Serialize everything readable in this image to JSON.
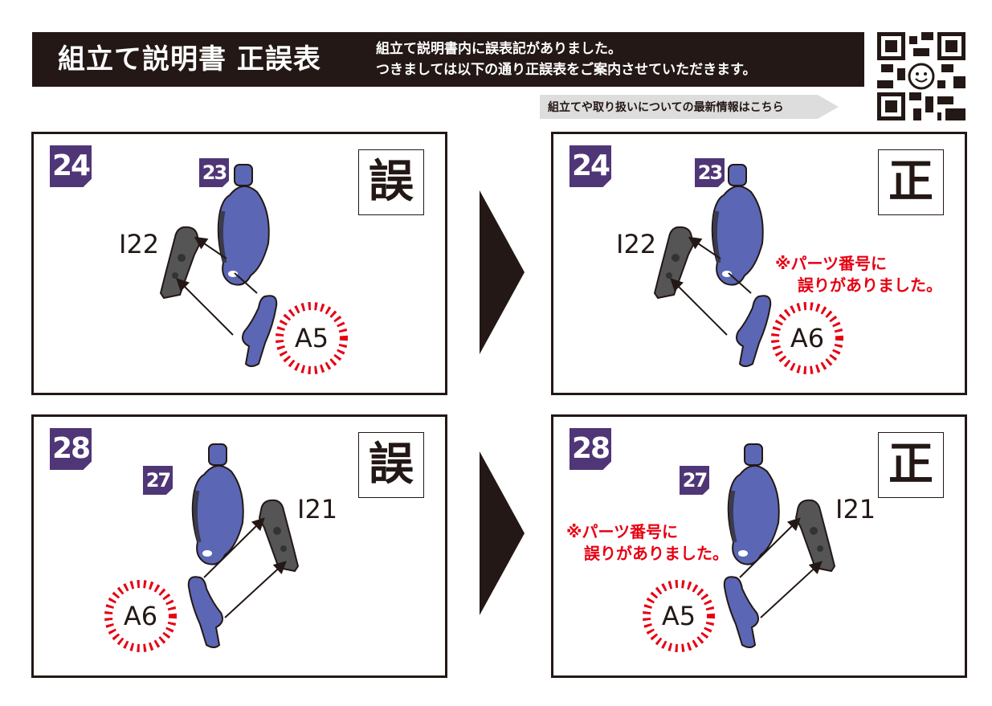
{
  "header": {
    "title": "組立て説明書 正誤表",
    "message_line1": "組立て説明書内に誤表記がありました。",
    "message_line2": "つきましては以下の通り正誤表をご案内させていただきます。",
    "info_link": "組立てや取り扱いについての最新情報はこちら"
  },
  "panels": [
    {
      "step": "24",
      "sub_step": "23",
      "label": "誤",
      "part_name": "I22",
      "circled_part": "A5"
    },
    {
      "step": "24",
      "sub_step": "23",
      "label": "正",
      "part_name": "I22",
      "circled_part": "A6",
      "note_line1": "※パーツ番号に",
      "note_line2": "誤りがありました。"
    },
    {
      "step": "28",
      "sub_step": "27",
      "label": "誤",
      "part_name": "I21",
      "circled_part": "A6"
    },
    {
      "step": "28",
      "sub_step": "27",
      "label": "正",
      "part_name": "I21",
      "circled_part": "A5",
      "note_line1": "※パーツ番号に",
      "note_line2": "誤りがありました。"
    }
  ],
  "colors": {
    "header_bg": "#231815",
    "badge": "#4f3676",
    "note": "#e60012",
    "part_blue": "#5b67b5"
  }
}
